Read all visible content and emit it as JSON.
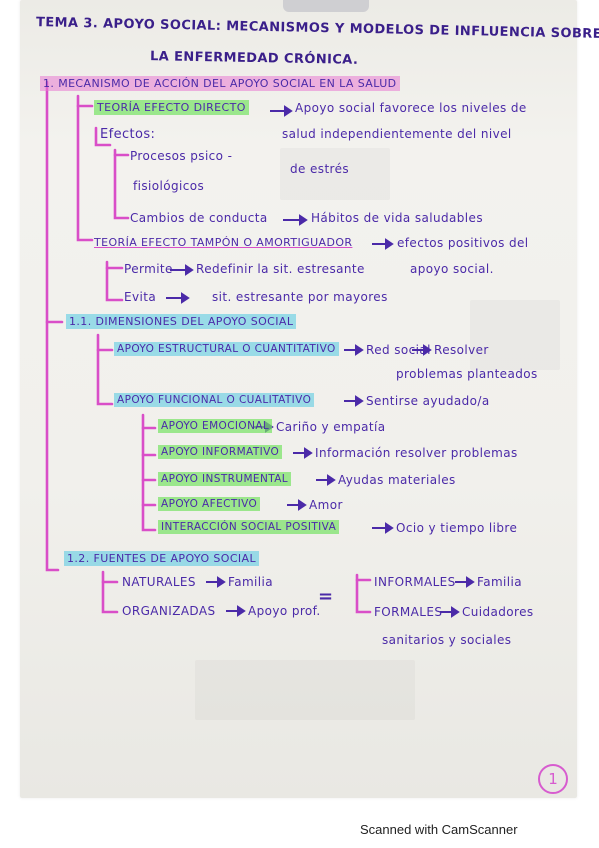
{
  "title": {
    "line1": "TEMA 3. APOYO SOCIAL: MECANISMOS Y MODELOS DE INFLUENCIA SOBRE",
    "line2": "LA ENFERMEDAD CRÓNICA."
  },
  "sections": {
    "s1": "1. MECANISMO DE ACCIÓN DEL APOYO SOCIAL EN LA SALUD",
    "efecto_directo": "TEORÍA EFECTO DIRECTO",
    "efecto_directo_desc": "Apoyo social favorece los niveles de",
    "efectos_label": "Efectos:",
    "efectos_desc": "salud independientemente del nivel",
    "procesos1": "Procesos psico -",
    "procesos1b": "de estrés",
    "procesos2": "fisiológicos",
    "cambios": "Cambios de conducta",
    "cambios_desc": "Hábitos de vida saludables",
    "amortiguador": "TEORÍA EFECTO TAMPÓN O AMORTIGUADOR",
    "amortiguador_desc": "efectos positivos del",
    "permite": "Permite",
    "permite_desc": "Redefinir la sit. estresante",
    "permite_desc2": "apoyo social.",
    "evita": "Evita",
    "evita_desc": "sit. estresante por mayores",
    "s11": "1.1. DIMENSIONES DEL APOYO SOCIAL",
    "estructural": "APOYO ESTRUCTURAL O CUANTITATIVO",
    "estructural_desc": "Red social",
    "estructural_desc2": "Resolver",
    "estructural_desc3": "problemas planteados",
    "funcional": "APOYO FUNCIONAL O CUALITATIVO",
    "funcional_desc": "Sentirse ayudado/a",
    "emocional": "APOYO EMOCIONAL",
    "emocional_desc": "Cariño y empatía",
    "informativo": "APOYO INFORMATIVO",
    "informativo_desc": "Información resolver problemas",
    "instrumental": "APOYO INSTRUMENTAL",
    "instrumental_desc": "Ayudas materiales",
    "afectivo": "APOYO AFECTIVO",
    "afectivo_desc": "Amor",
    "interaccion": "INTERACCIÓN SOCIAL POSITIVA",
    "interaccion_desc": "Ocio y tiempo libre",
    "s12": "1.2. FUENTES DE APOYO SOCIAL",
    "naturales": "NATURALES",
    "naturales_desc": "Familia",
    "organizadas": "ORGANIZADAS",
    "organizadas_desc": "Apoyo prof.",
    "equals": "=",
    "informales": "INFORMALES",
    "informales_desc": "Familia",
    "formales": "FORMALES",
    "formales_desc": "Cuidadores",
    "formales_desc2": "sanitarios y sociales"
  },
  "page_number": "1",
  "footer": "Scanned with CamScanner",
  "colors": {
    "ink_purple": "#4b2aa8",
    "highlight_pink": "#e97ad2",
    "highlight_green": "#76e264",
    "highlight_blue": "#50c8e1"
  }
}
